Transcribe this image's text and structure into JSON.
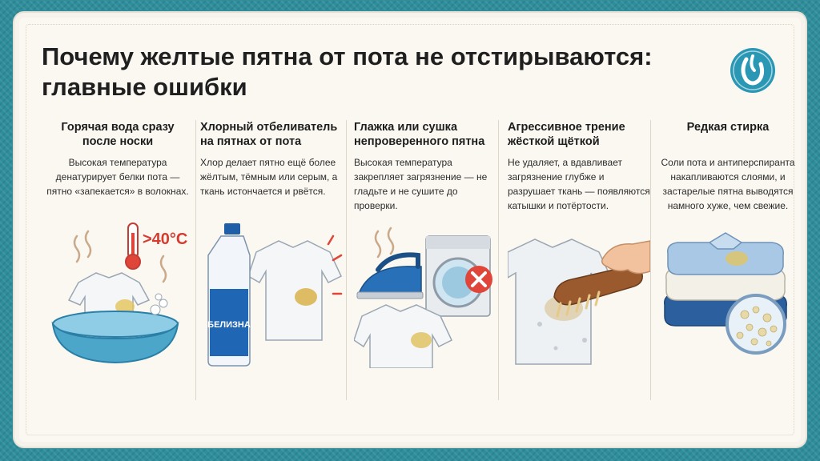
{
  "title": "Почему желтые пятна от пота не отстирываются: главные ошибки",
  "columns": [
    {
      "heading": "Горячая вода сразу после носки",
      "text": "Высокая температура денатурирует белки пота — пятно «запекается» в волокнах.",
      "temp_label": ">40°C"
    },
    {
      "heading": "Хлорный отбеливатель на пятнах от пота",
      "text": "Хлор делает пятно ещё более жёлтым, тёмным или серым, а ткань истончается и рвётся.",
      "bottle_label": "БЕЛИЗНА"
    },
    {
      "heading": "Глажка или сушка непроверенного пятна",
      "text": "Высокая температура закрепляет загрязнение — не гладьте и не сушите до проверки."
    },
    {
      "heading": "Агрессивное трение жёсткой щёткой",
      "text": "Не удаляет, а вдавливает загрязнение глубже и разрушает ткань — появляются катышки и потёртости."
    },
    {
      "heading": "Редкая стирка",
      "text": "Соли пота и антиперспиранта накапливаются слоями, и застарелые пятна выводятся намного хуже, чем свежие."
    }
  ],
  "colors": {
    "background": "#2f8e9c",
    "card": "#fbf8f1",
    "basin": "#4ba6c9",
    "stain": "#e6c45a",
    "warning": "#e0453a",
    "logo": "#2a97b4"
  },
  "icons": [
    "logo-icon",
    "thermometer-icon",
    "steam-icon",
    "bleach-bottle-icon",
    "iron-icon",
    "washing-machine-icon",
    "prohibited-icon",
    "scrub-brush-icon",
    "shirt-icon",
    "folded-clothes-icon"
  ]
}
